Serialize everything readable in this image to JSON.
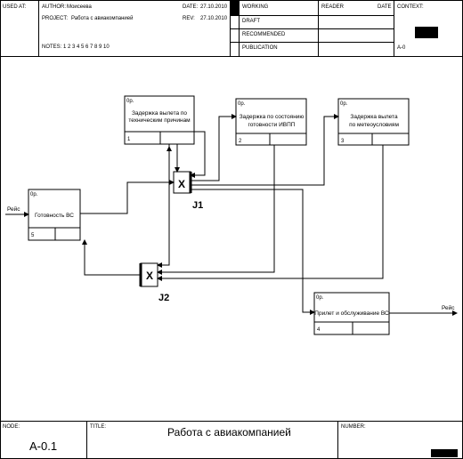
{
  "header": {
    "used_at": "USED AT:",
    "author_label": "AUTHOR:",
    "author": "Моисеева",
    "project_label": "PROJECT:",
    "project": "Работа с авиакомпанией",
    "date_label": "DATE:",
    "date": "27.10.2010",
    "rev_label": "REV:",
    "rev": "27.10.2010",
    "notes": "NOTES:  1  2  3  4  5  6  7  8  9  10",
    "working": "WORKING",
    "draft": "DRAFT",
    "recommended": "RECOMMENDED",
    "publication": "PUBLICATION",
    "reader": "READER",
    "reader_date": "DATE",
    "context": "CONTEXT:",
    "context_node": "A-0"
  },
  "diagram": {
    "boxes": [
      {
        "tag": "0р.",
        "label": "Готовность ВС",
        "num": "5"
      },
      {
        "tag": "0р.",
        "label": "Задержка вылета по техническим причинам",
        "num": "1"
      },
      {
        "tag": "0р.",
        "label": "Задержка по состоянию готовности ИВПП",
        "num": "2"
      },
      {
        "tag": "0р.",
        "label": "Задержка вылета по метеоусловиям",
        "num": "3"
      },
      {
        "tag": "0р.",
        "label": "Прилет и обслуживание ВС",
        "num": "4"
      }
    ],
    "junctions": [
      {
        "symbol": "X",
        "label": "J1"
      },
      {
        "symbol": "X",
        "label": "J2"
      }
    ],
    "arrows": {
      "input": "Рейс",
      "output": "Рейс"
    }
  },
  "footer": {
    "node_label": "NODE:",
    "node": "A-0.1",
    "title_label": "TITLE:",
    "title": "Работа с авиакомпанией",
    "number_label": "NUMBER:"
  }
}
